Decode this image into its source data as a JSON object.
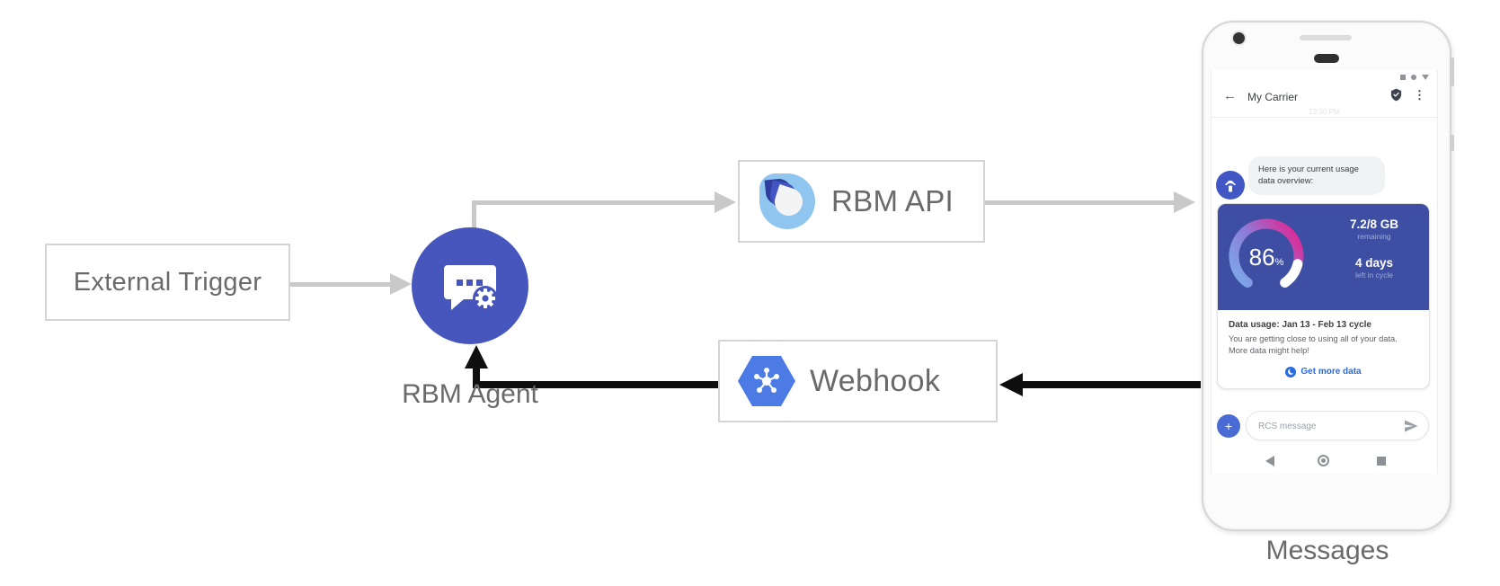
{
  "diagram": {
    "nodes": {
      "external_trigger": {
        "label": "External Trigger"
      },
      "rbm_agent": {
        "label": "RBM Agent"
      },
      "rbm_api": {
        "label": "RBM API"
      },
      "webhook": {
        "label": "Webhook"
      },
      "messages_caption": {
        "label": "Messages"
      }
    },
    "icons": {
      "rbm_agent": "chat-bubble-with-gear-icon",
      "rbm_api": "rcs-drop-logo-icon",
      "webhook": "cloud-pubsub-hexagon-icon"
    },
    "colors": {
      "agent_circle": "#4656BC",
      "gray_arrow": "#c9c9c9",
      "black_arrow": "#0f0f0f",
      "box_border": "#d4d4d4",
      "label_text": "#6a6a6a",
      "webhook_hexagon": "#4C7BE5",
      "logo_light_blue": "#8FC5EE",
      "logo_navy": "#2F3D9E",
      "logo_royal": "#4355C0"
    }
  },
  "phone": {
    "status_icons": [
      "square",
      "circle",
      "triangle-down"
    ],
    "header": {
      "back_glyph": "←",
      "title": "My Carrier",
      "verified_badge": "verified-shield-icon",
      "menu_glyph": "⋮"
    },
    "timestamp": "12:30 PM",
    "conversation": {
      "avatar_icon": "carrier-antenna-icon",
      "bubble_text": "Here is your current usage data overview:"
    },
    "usage_card": {
      "percent": "86",
      "percent_symbol": "%",
      "remaining_value": "7.2/8 GB",
      "remaining_label": "remaining",
      "days_value": "4 days",
      "days_label": "left in cycle",
      "title": "Data usage: Jan 13 - Feb 13 cycle",
      "body": "You are getting close to using all of your data. More data might help!",
      "cta_label": "Get more data",
      "cta_icon": "globe-icon",
      "card_bg": "#3E4FA3",
      "gauge_gradient": [
        "#79AFEC",
        "#8F7BD8",
        "#E5218F"
      ],
      "cta_color": "#2A6BE3"
    },
    "composer": {
      "plus_glyph": "+",
      "placeholder": "RCS message",
      "send_icon": "send-icon",
      "plus_color": "#4A6BD3"
    },
    "nav": [
      "back-triangle",
      "home-circle",
      "recents-square"
    ]
  }
}
